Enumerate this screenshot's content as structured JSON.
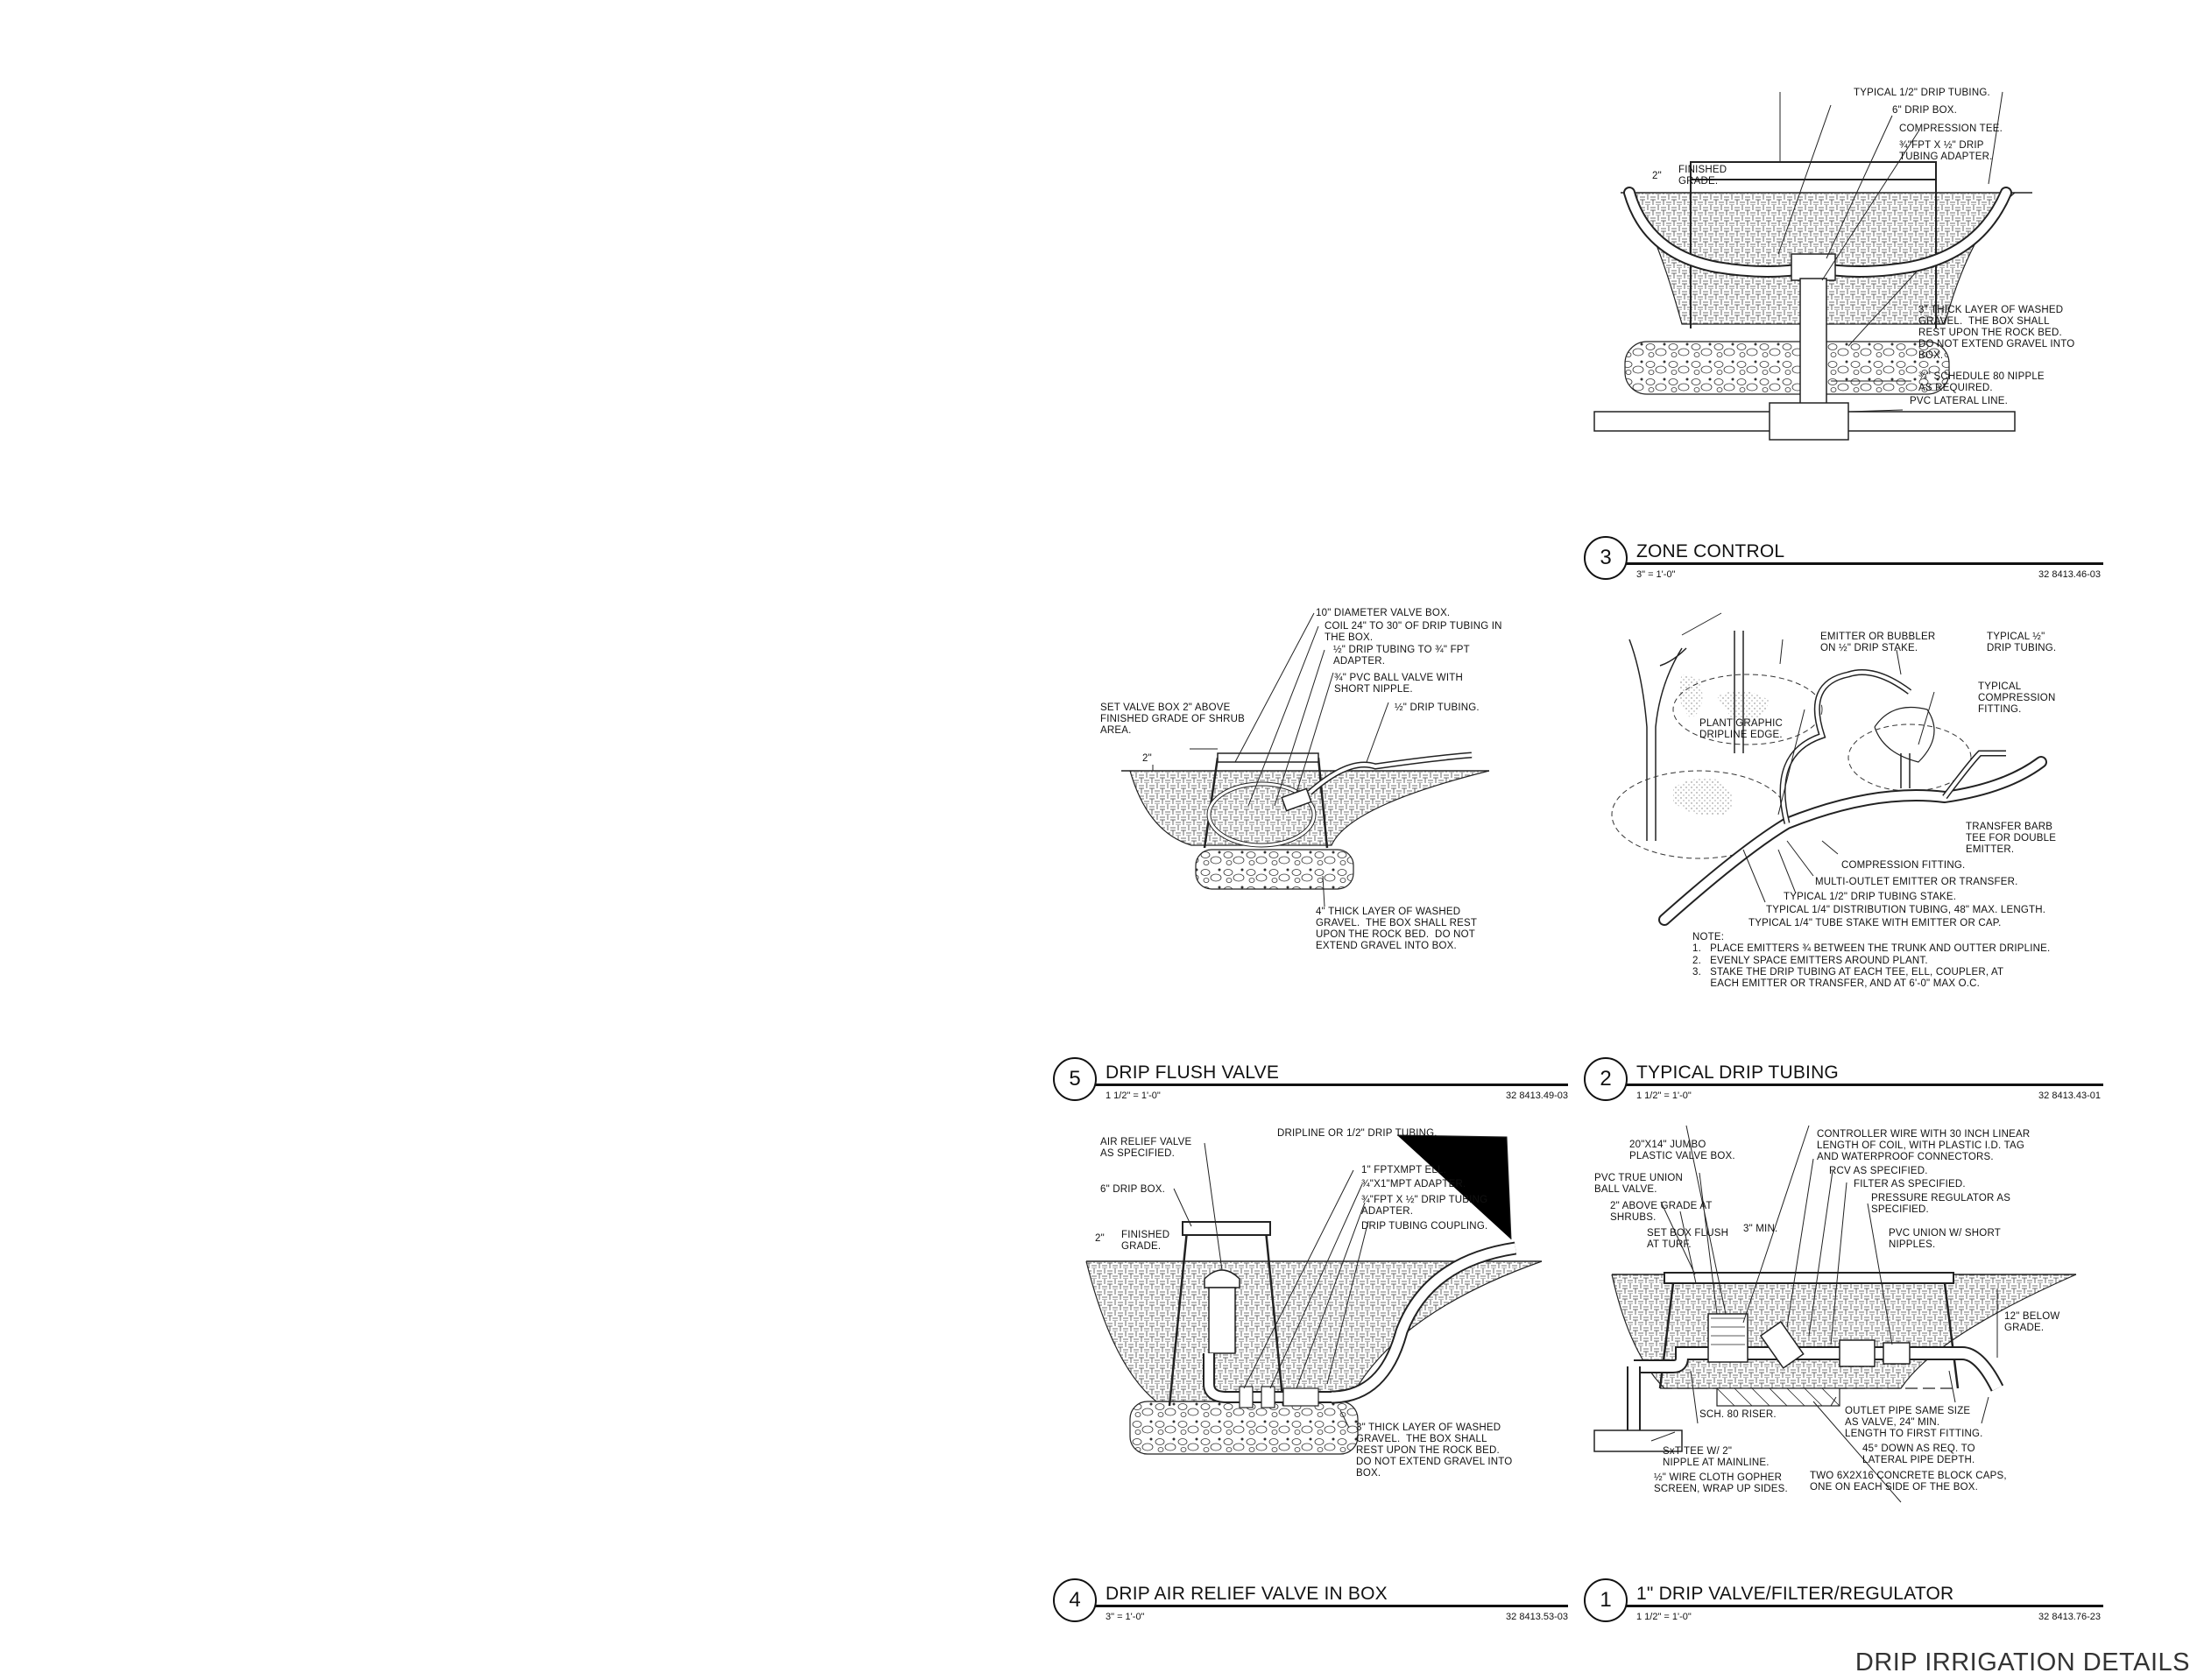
{
  "sheet": {
    "title": "DRIP IRRIGATION DETAILS"
  },
  "details": {
    "zone_control": {
      "number": "3",
      "title": "ZONE CONTROL",
      "scale": "3\" = 1'-0\"",
      "code": "32 8413.46-03",
      "notes": {
        "tubing": "TYPICAL 1/2\" DRIP TUBING.",
        "box": "6\" DRIP BOX.",
        "tee": "COMPRESSION TEE.",
        "adapter": "¾\"FPT X ½\" DRIP\nTUBING ADAPTER.",
        "grade": "FINISHED\nGRADE.",
        "dim": "2\"",
        "gravel": "3\" THICK LAYER OF WASHED\nGRAVEL.  THE BOX SHALL\nREST UPON THE ROCK BED.\nDO NOT EXTEND GRAVEL INTO\nBOX.",
        "nipple": "¾\" SCHEDULE 80 NIPPLE\nAS REQUIRED.",
        "lateral": "PVC LATERAL LINE."
      }
    },
    "flush_valve": {
      "number": "5",
      "title": "DRIP FLUSH VALVE",
      "scale": "1 1/2\" = 1'-0\"",
      "code": "32 8413.49-03",
      "notes": {
        "box": "10\" DIAMETER VALVE BOX.",
        "coil": "COIL 24\" TO 30\" OF DRIP TUBING IN\nTHE BOX.",
        "adapter": "½\" DRIP TUBING TO ¾\" FPT\nADAPTER.",
        "ball": "¾\" PVC BALL VALVE WITH\nSHORT NIPPLE.",
        "tubing": "½\" DRIP TUBING.",
        "set": "SET VALVE BOX 2\" ABOVE\nFINISHED GRADE OF SHRUB\nAREA.",
        "dim": "2\"",
        "gravel": "4\" THICK LAYER OF WASHED\nGRAVEL.  THE BOX SHALL REST\nUPON THE ROCK BED.  DO NOT\nEXTEND GRAVEL INTO BOX."
      }
    },
    "drip_tubing": {
      "number": "2",
      "title": "TYPICAL DRIP TUBING",
      "scale": "1 1/2\" = 1'-0\"",
      "code": "32 8413.43-01",
      "notes": {
        "emitter": "EMITTER OR BUBBLER\nON ½\" DRIP STAKE.",
        "tubing": "TYPICAL ½\"\nDRIP TUBING.",
        "compression_typ": "TYPICAL\nCOMPRESSION\nFITTING.",
        "dripline": "PLANT GRAPHIC\nDRIPLINE EDGE.",
        "barb": "TRANSFER BARB\nTEE FOR DOUBLE\nEMITTER.",
        "compression": "COMPRESSION FITTING.",
        "multi": "MULTI-OUTLET EMITTER OR TRANSFER.",
        "stake": "TYPICAL 1/2\" DRIP TUBING STAKE.",
        "dist": "TYPICAL 1/4\" DISTRIBUTION TUBING, 48\" MAX. LENGTH.",
        "tube_stake": "TYPICAL 1/4\" TUBE STAKE WITH EMITTER OR CAP.",
        "note_head": "NOTE:",
        "note_1": "1.   PLACE EMITTERS ¾ BETWEEN THE TRUNK AND OUTTER DRIPLINE.",
        "note_2": "2.   EVENLY SPACE EMITTERS AROUND PLANT.",
        "note_3": "3.   STAKE THE DRIP TUBING AT EACH TEE, ELL, COUPLER, AT\n      EACH EMITTER OR TRANSFER, AND AT 6'-0\" MAX O.C."
      }
    },
    "air_relief": {
      "number": "4",
      "title": "DRIP AIR RELIEF VALVE IN BOX",
      "scale": "3\" = 1'-0\"",
      "code": "32 8413.53-03",
      "notes": {
        "relief": "AIR RELIEF VALVE\nAS SPECIFIED.",
        "box": "6\" DRIP BOX.",
        "grade": "FINISHED\nGRADE.",
        "dim": "2\"",
        "dripline": "DRIPLINE OR 1/2\" DRIP TUBING.",
        "ell": "1\" FPTXMPT ELL.",
        "mpt": "¾\"X1\"MPT ADAPTER.",
        "fpt": "¾\"FPT X ½\" DRIP TUBING\nADAPTER.",
        "coupling": "DRIP TUBING COUPLING.",
        "gravel": "3\" THICK LAYER OF WASHED\nGRAVEL.  THE BOX SHALL\nREST UPON THE ROCK BED.\nDO NOT EXTEND GRAVEL INTO\nBOX."
      }
    },
    "valve_filter": {
      "number": "1",
      "title": "1\" DRIP VALVE/FILTER/REGULATOR",
      "scale": "1 1/2\" = 1'-0\"",
      "code": "32 8413.76-23",
      "notes": {
        "jumbo": "20\"X14\" JUMBO\nPLASTIC VALVE BOX.",
        "ball": "PVC TRUE UNION\nBALL VALVE.",
        "above": "2\" ABOVE GRADE AT\nSHRUBS.",
        "flush": "SET BOX FLUSH\nAT TURF.",
        "wire": "CONTROLLER WIRE WITH 30 INCH LINEAR\nLENGTH OF COIL, WITH PLASTIC I.D. TAG\nAND WATERPROOF CONNECTORS.",
        "rcv": "RCV AS SPECIFIED.",
        "filter": "FILTER AS SPECIFIED.",
        "regulator": "PRESSURE REGULATOR AS\nSPECIFIED.",
        "union": "PVC UNION W/ SHORT\nNIPPLES.",
        "min": "3\" MIN.",
        "below": "12\" BELOW\nGRADE.",
        "riser": "SCH. 80 RISER.",
        "sxt": "SxT TEE W/ 2\"\nNIPPLE AT MAINLINE.",
        "gopher": "½\" WIRE CLOTH GOPHER\nSCREEN, WRAP UP SIDES.",
        "outlet": "OUTLET PIPE SAME SIZE\nAS VALVE, 24\" MIN.\nLENGTH TO FIRST FITTING.",
        "down": "45° DOWN AS REQ. TO\nLATERAL PIPE DEPTH.",
        "block": "TWO 6X2X16 CONCRETE BLOCK CAPS,\nONE ON EACH SIDE OF THE BOX."
      }
    }
  }
}
